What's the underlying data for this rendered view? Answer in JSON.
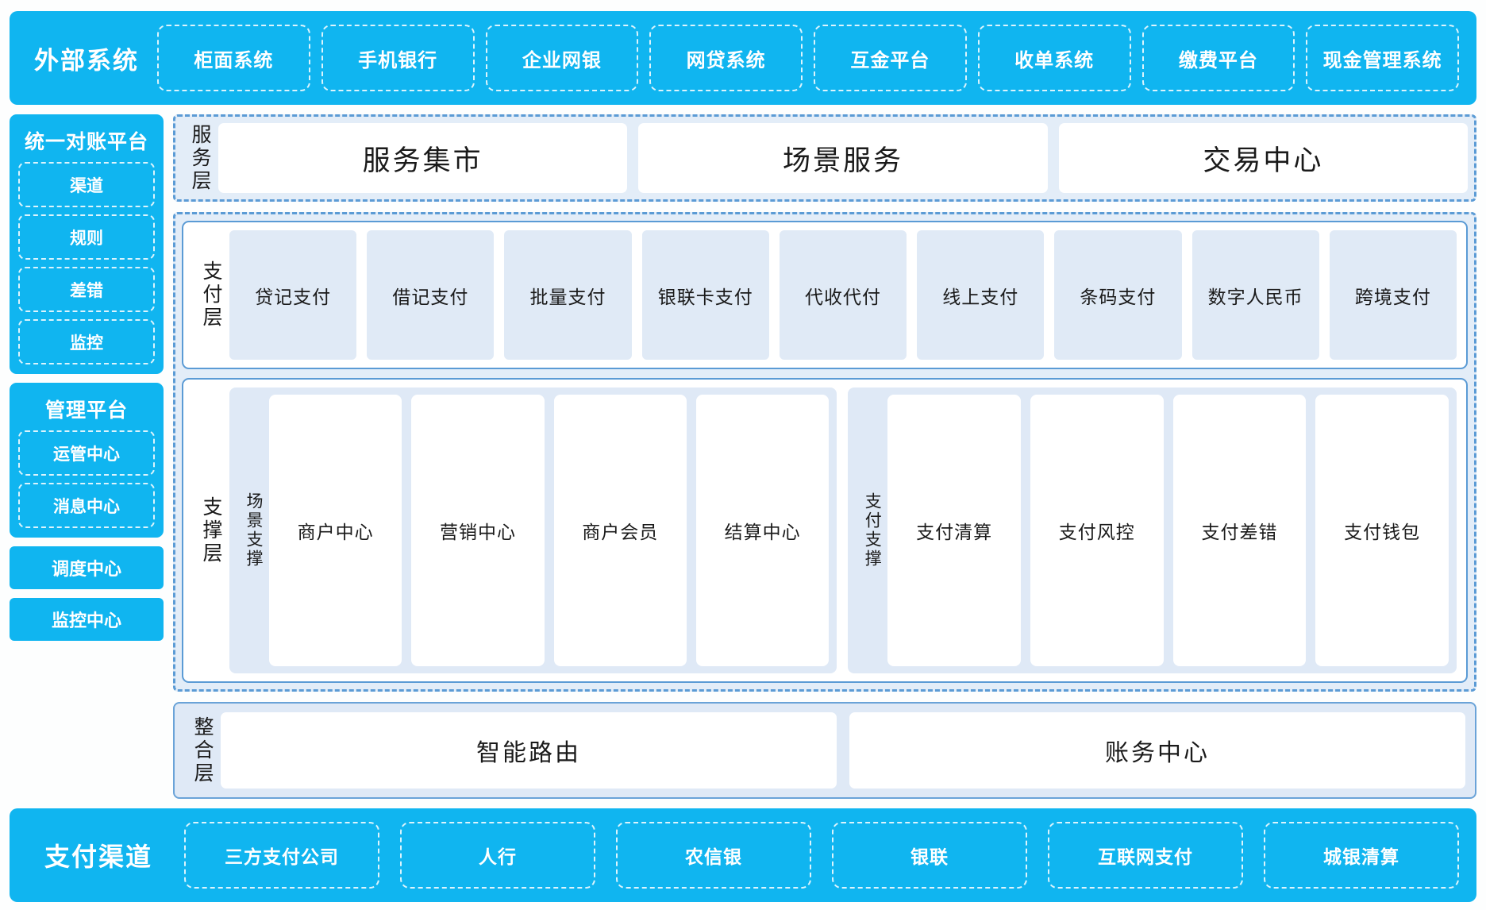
{
  "external_systems": {
    "title": "外部系统",
    "items": [
      "柜面系统",
      "手机银行",
      "企业网银",
      "网贷系统",
      "互金平台",
      "收单系统",
      "缴费平台",
      "现金管理系统"
    ]
  },
  "rail": {
    "reconciliation": {
      "title": "统一对账平台",
      "items": [
        "渠道",
        "规则",
        "差错",
        "监控"
      ]
    },
    "management": {
      "title": "管理平台",
      "items": [
        "运管中心",
        "消息中心"
      ]
    },
    "standalone": [
      "调度中心",
      "监控中心"
    ]
  },
  "service_layer": {
    "label": "服务层",
    "cards": [
      "服务集市",
      "场景服务",
      "交易中心"
    ]
  },
  "payment_layer": {
    "label": "支付层",
    "cards": [
      "贷记支付",
      "借记支付",
      "批量支付",
      "银联卡支付",
      "代收代付",
      "线上支付",
      "条码支付",
      "数字人民币",
      "跨境支付"
    ]
  },
  "support_layer": {
    "label": "支撑层",
    "groups": [
      {
        "label": "场景支撑",
        "cards": [
          "商户中心",
          "营销中心",
          "商户会员",
          "结算中心"
        ]
      },
      {
        "label": "支付支撑",
        "cards": [
          "支付清算",
          "支付风控",
          "支付差错",
          "支付钱包"
        ]
      }
    ]
  },
  "integration_layer": {
    "label": "整合层",
    "cards": [
      "智能路由",
      "账务中心"
    ]
  },
  "payment_channels": {
    "title": "支付渠道",
    "items": [
      "三方支付公司",
      "人行",
      "农信银",
      "银联",
      "互联网支付",
      "城银清算"
    ]
  },
  "colors": {
    "cyan": "#10b5f0",
    "dash_blue": "#5b9bd5",
    "panel_fill": "#e3edf8",
    "card_fill": "#e0eaf6",
    "white": "#ffffff"
  }
}
